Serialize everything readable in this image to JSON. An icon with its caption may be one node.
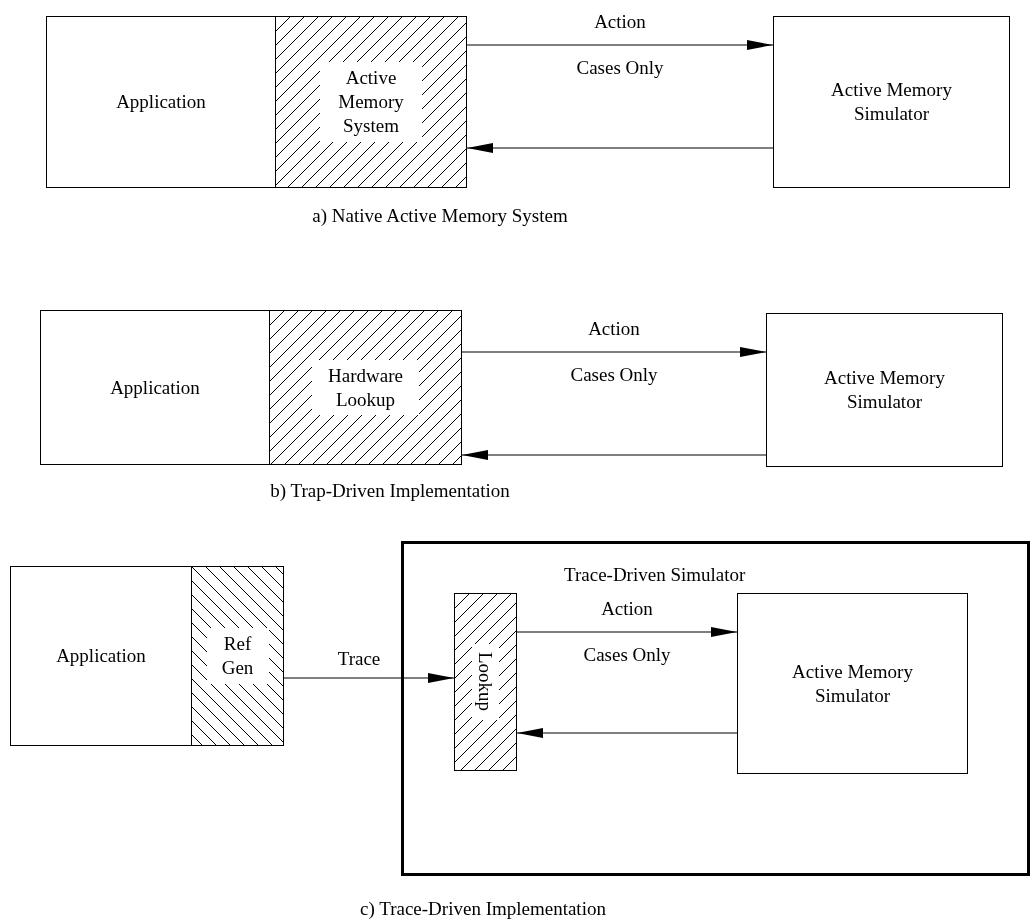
{
  "diagram": {
    "nodes": [
      {
        "text": [
          "Application"
        ]
      },
      {
        "text": [
          "Active Memory System"
        ]
      },
      {
        "text": [
          "Active Memory Simulator"
        ]
      },
      {
        "text": [
          "Application"
        ]
      },
      {
        "text": [
          "Hardware Lookup"
        ]
      },
      {
        "text": [
          "Active Memory Simulator"
        ]
      },
      {
        "text": [
          "Trace-Driven Simulator"
        ]
      },
      {
        "text": [
          "Application"
        ]
      },
      {
        "text": [
          "Ref Gen"
        ]
      },
      {
        "text": [
          "Lookup"
        ],
        "in": 6
      },
      {
        "text": [
          "Active Memory Simulator"
        ],
        "in": 6
      }
    ],
    "edges": [
      {
        "from": 1,
        "to": 2,
        "arrow": "to",
        "label": "Action Cases Only"
      },
      {
        "from": 2,
        "to": 1,
        "arrow": "to"
      },
      {
        "from": 4,
        "to": 5,
        "arrow": "to",
        "label": "Action Cases Only"
      },
      {
        "from": 5,
        "to": 4,
        "arrow": "to"
      },
      {
        "from": 8,
        "to": 9,
        "arrow": "to",
        "label": "Trace"
      },
      {
        "from": 9,
        "to": 10,
        "arrow": "to",
        "label": "Action Cases Only"
      },
      {
        "from": 10,
        "to": 9,
        "arrow": "to"
      }
    ],
    "labels": [
      "a) Native Active Memory System",
      "b) Trap-Driven Implementation",
      "c) Trace-Driven Implementation"
    ]
  }
}
